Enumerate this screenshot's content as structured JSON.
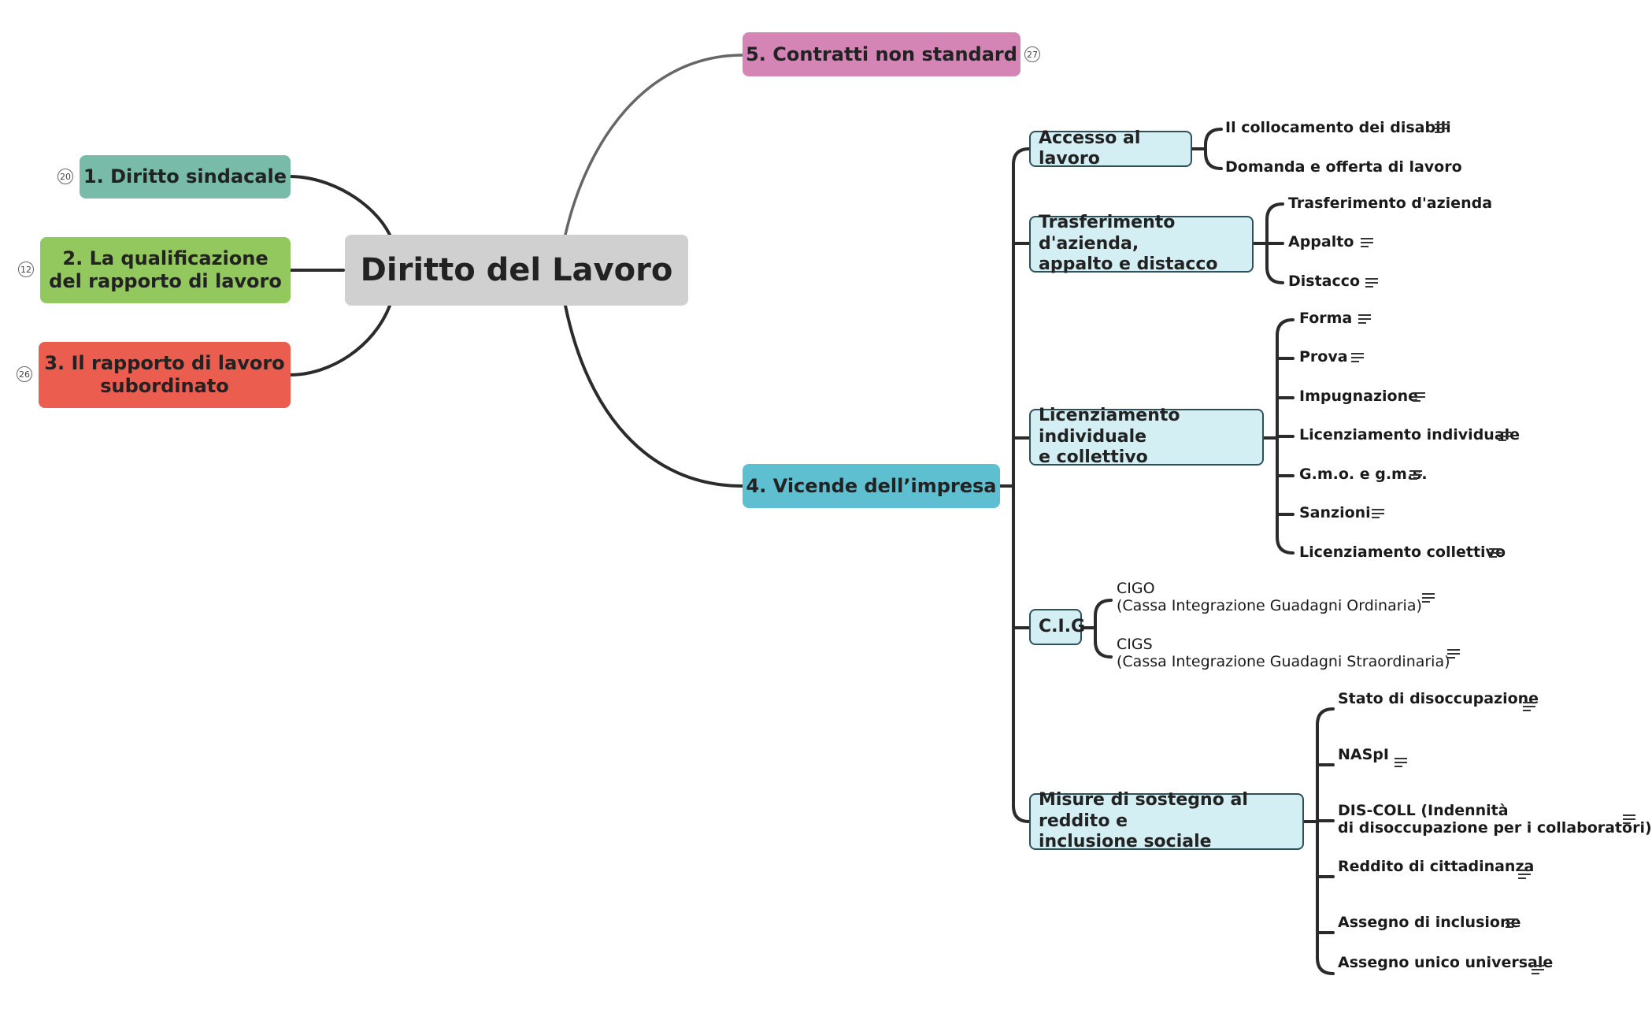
{
  "colors": {
    "root": "#d0d0d0",
    "topic1": "#77bba8",
    "topic2": "#93c85f",
    "topic3": "#eb5d4f",
    "topic4": "#5dbfcf",
    "topic5": "#d585b5",
    "subtopic_fill": "#d3eff3",
    "subtopic_border": "#2f5058",
    "line": "#2b2b2b"
  },
  "icons": {
    "note": "note-lines-icon",
    "badge": "count-badge"
  },
  "root": {
    "label": "Diritto del Lavoro"
  },
  "topics": [
    {
      "label": "1. Diritto sindacale",
      "badge": "20"
    },
    {
      "label": "2. La qualificazione\ndel rapporto di lavoro",
      "badge": "12"
    },
    {
      "label": "3. Il rapporto di lavoro\nsubordinato",
      "badge": "26"
    },
    {
      "label": "4. Vicende dell’impresa"
    },
    {
      "label": "5. Contratti non standard",
      "badge": "27"
    }
  ],
  "subtopics": [
    {
      "label": "Accesso al lavoro",
      "children": [
        "Il collocamento dei disabili",
        "Domanda e offerta di lavoro"
      ]
    },
    {
      "label": "Trasferimento d'azienda,\nappalto e distacco",
      "children": [
        "Trasferimento d'azienda",
        "Appalto",
        "Distacco"
      ]
    },
    {
      "label": "Licenziamento individuale\ne collettivo",
      "children": [
        "Forma",
        "Prova",
        "Impugnazione",
        "Licenziamento individuale",
        "G.m.o. e g.m.s.",
        "Sanzioni",
        "Licenziamento collettivo"
      ]
    },
    {
      "label": "C.I.G",
      "children": [
        "CIGO\n(Cassa Integrazione Guadagni Ordinaria)",
        "CIGS\n(Cassa Integrazione Guadagni Straordinaria)"
      ]
    },
    {
      "label": "Misure di sostegno al reddito e\ninclusione sociale",
      "children": [
        "Stato di disoccupazione",
        "NASpI",
        "DIS-COLL (Indennità\ndi disoccupazione per i collaboratori)",
        "Reddito di cittadinanza",
        "Assegno di inclusione",
        "Assegno unico universale"
      ]
    }
  ]
}
